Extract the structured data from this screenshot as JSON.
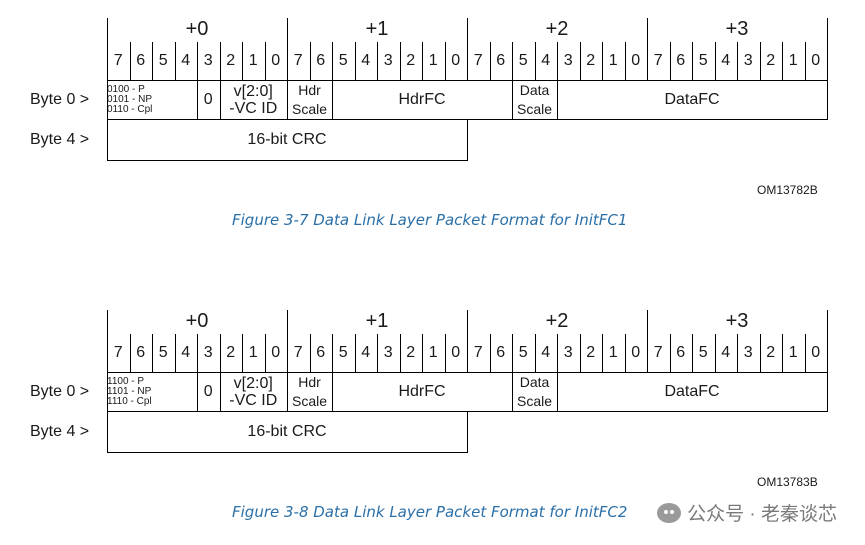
{
  "figures": [
    {
      "byte_headers": [
        "+0",
        "+1",
        "+2",
        "+3"
      ],
      "bits": [
        "7",
        "6",
        "5",
        "4",
        "3",
        "2",
        "1",
        "0",
        "7",
        "6",
        "5",
        "4",
        "3",
        "2",
        "1",
        "0",
        "7",
        "6",
        "5",
        "4",
        "3",
        "2",
        "1",
        "0",
        "7",
        "6",
        "5",
        "4",
        "3",
        "2",
        "1",
        "0"
      ],
      "row_labels": [
        "Byte 0 >",
        "Byte 4 >"
      ],
      "fields": {
        "type_lines": [
          "0100 - P",
          "0101 - NP",
          "0110 - Cpl"
        ],
        "reserved": "0",
        "vc_lines": [
          "v[2:0]",
          "-VC ID"
        ],
        "hdr_scale_lines": [
          "Hdr",
          "Scale"
        ],
        "hdrfc": "HdrFC",
        "data_scale_lines": [
          "Data",
          "Scale"
        ],
        "datafc": "DataFC",
        "crc": "16-bit CRC"
      },
      "figure_id": "OM13782B",
      "caption": "Figure  3-7  Data Link Layer Packet Format for InitFC1"
    },
    {
      "byte_headers": [
        "+0",
        "+1",
        "+2",
        "+3"
      ],
      "bits": [
        "7",
        "6",
        "5",
        "4",
        "3",
        "2",
        "1",
        "0",
        "7",
        "6",
        "5",
        "4",
        "3",
        "2",
        "1",
        "0",
        "7",
        "6",
        "5",
        "4",
        "3",
        "2",
        "1",
        "0",
        "7",
        "6",
        "5",
        "4",
        "3",
        "2",
        "1",
        "0"
      ],
      "row_labels": [
        "Byte 0 >",
        "Byte 4 >"
      ],
      "fields": {
        "type_lines": [
          "1100 - P",
          "1101 - NP",
          "1110 - Cpl"
        ],
        "reserved": "0",
        "vc_lines": [
          "v[2:0]",
          "-VC ID"
        ],
        "hdr_scale_lines": [
          "Hdr",
          "Scale"
        ],
        "hdrfc": "HdrFC",
        "data_scale_lines": [
          "Data",
          "Scale"
        ],
        "datafc": "DataFC",
        "crc": "16-bit CRC"
      },
      "figure_id": "OM13783B",
      "caption": "Figure  3-8  Data Link Layer Packet Format for InitFC2"
    }
  ],
  "watermark": "公众号 · 老秦谈芯"
}
